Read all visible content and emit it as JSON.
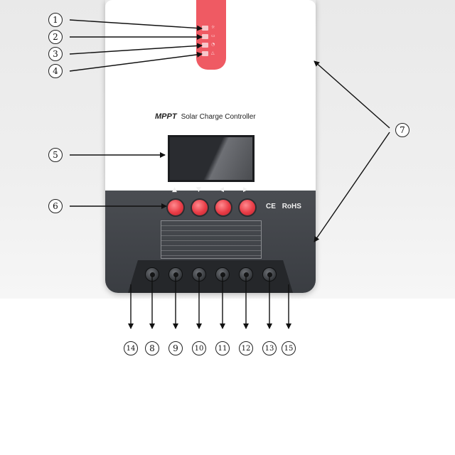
{
  "device": {
    "title_brand": "MPPT",
    "title_text": "Solar Charge Controller",
    "cert_ce": "CE",
    "cert_rohs": "RoHS",
    "nav_arrows": [
      "▲",
      "▼",
      "◀",
      "▶"
    ]
  },
  "colors": {
    "accent_red": "#ef5a63",
    "housing_dark": "#3a3d42",
    "housing_white": "#ffffff"
  },
  "callouts": [
    "1",
    "2",
    "3",
    "4",
    "5",
    "6",
    "7",
    "8",
    "9",
    "10",
    "11",
    "12",
    "13",
    "14",
    "15"
  ]
}
